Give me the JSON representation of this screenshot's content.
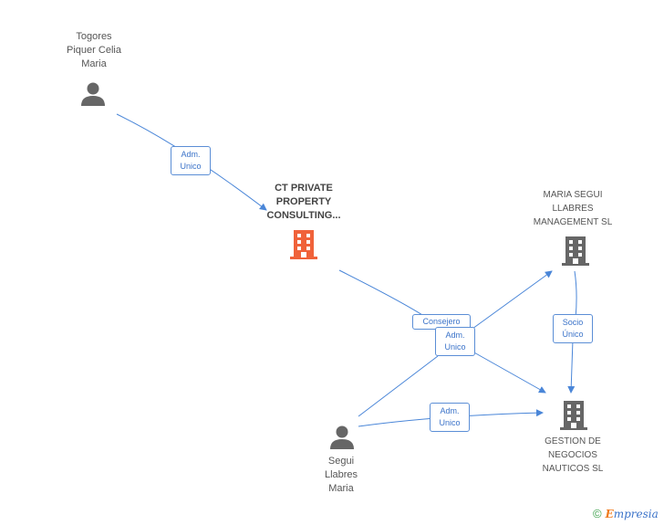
{
  "nodes": {
    "togores": {
      "label": "Togores\nPiquer Celia\nMaria",
      "icon": "person-icon"
    },
    "ct_private": {
      "label": "CT PRIVATE\nPROPERTY\nCONSULTING...",
      "icon": "building-icon",
      "color": "#f0623a"
    },
    "maria_segui": {
      "label": "MARIA SEGUI\nLLABRES\nMANAGEMENT SL",
      "icon": "building-icon",
      "color": "#666666"
    },
    "gestion": {
      "label": "GESTION DE\nNEGOCIOS\nNAUTICOS SL",
      "icon": "building-icon",
      "color": "#666666"
    },
    "segui": {
      "label": "Segui\nLlabres\nMaria",
      "icon": "person-icon"
    }
  },
  "edges": {
    "togores_ct": "Adm.\nUnico",
    "segui_ct_consejero": "Consejero",
    "segui_ct_adm": "Adm.\nUnico",
    "maria_gestion": "Socio\nÚnico",
    "segui_gestion": "Adm.\nUnico"
  },
  "colors": {
    "edge": "#4a86d8",
    "person": "#666666"
  },
  "footer": {
    "copyright": "©",
    "brand_first": "E",
    "brand_rest": "mpresia"
  }
}
